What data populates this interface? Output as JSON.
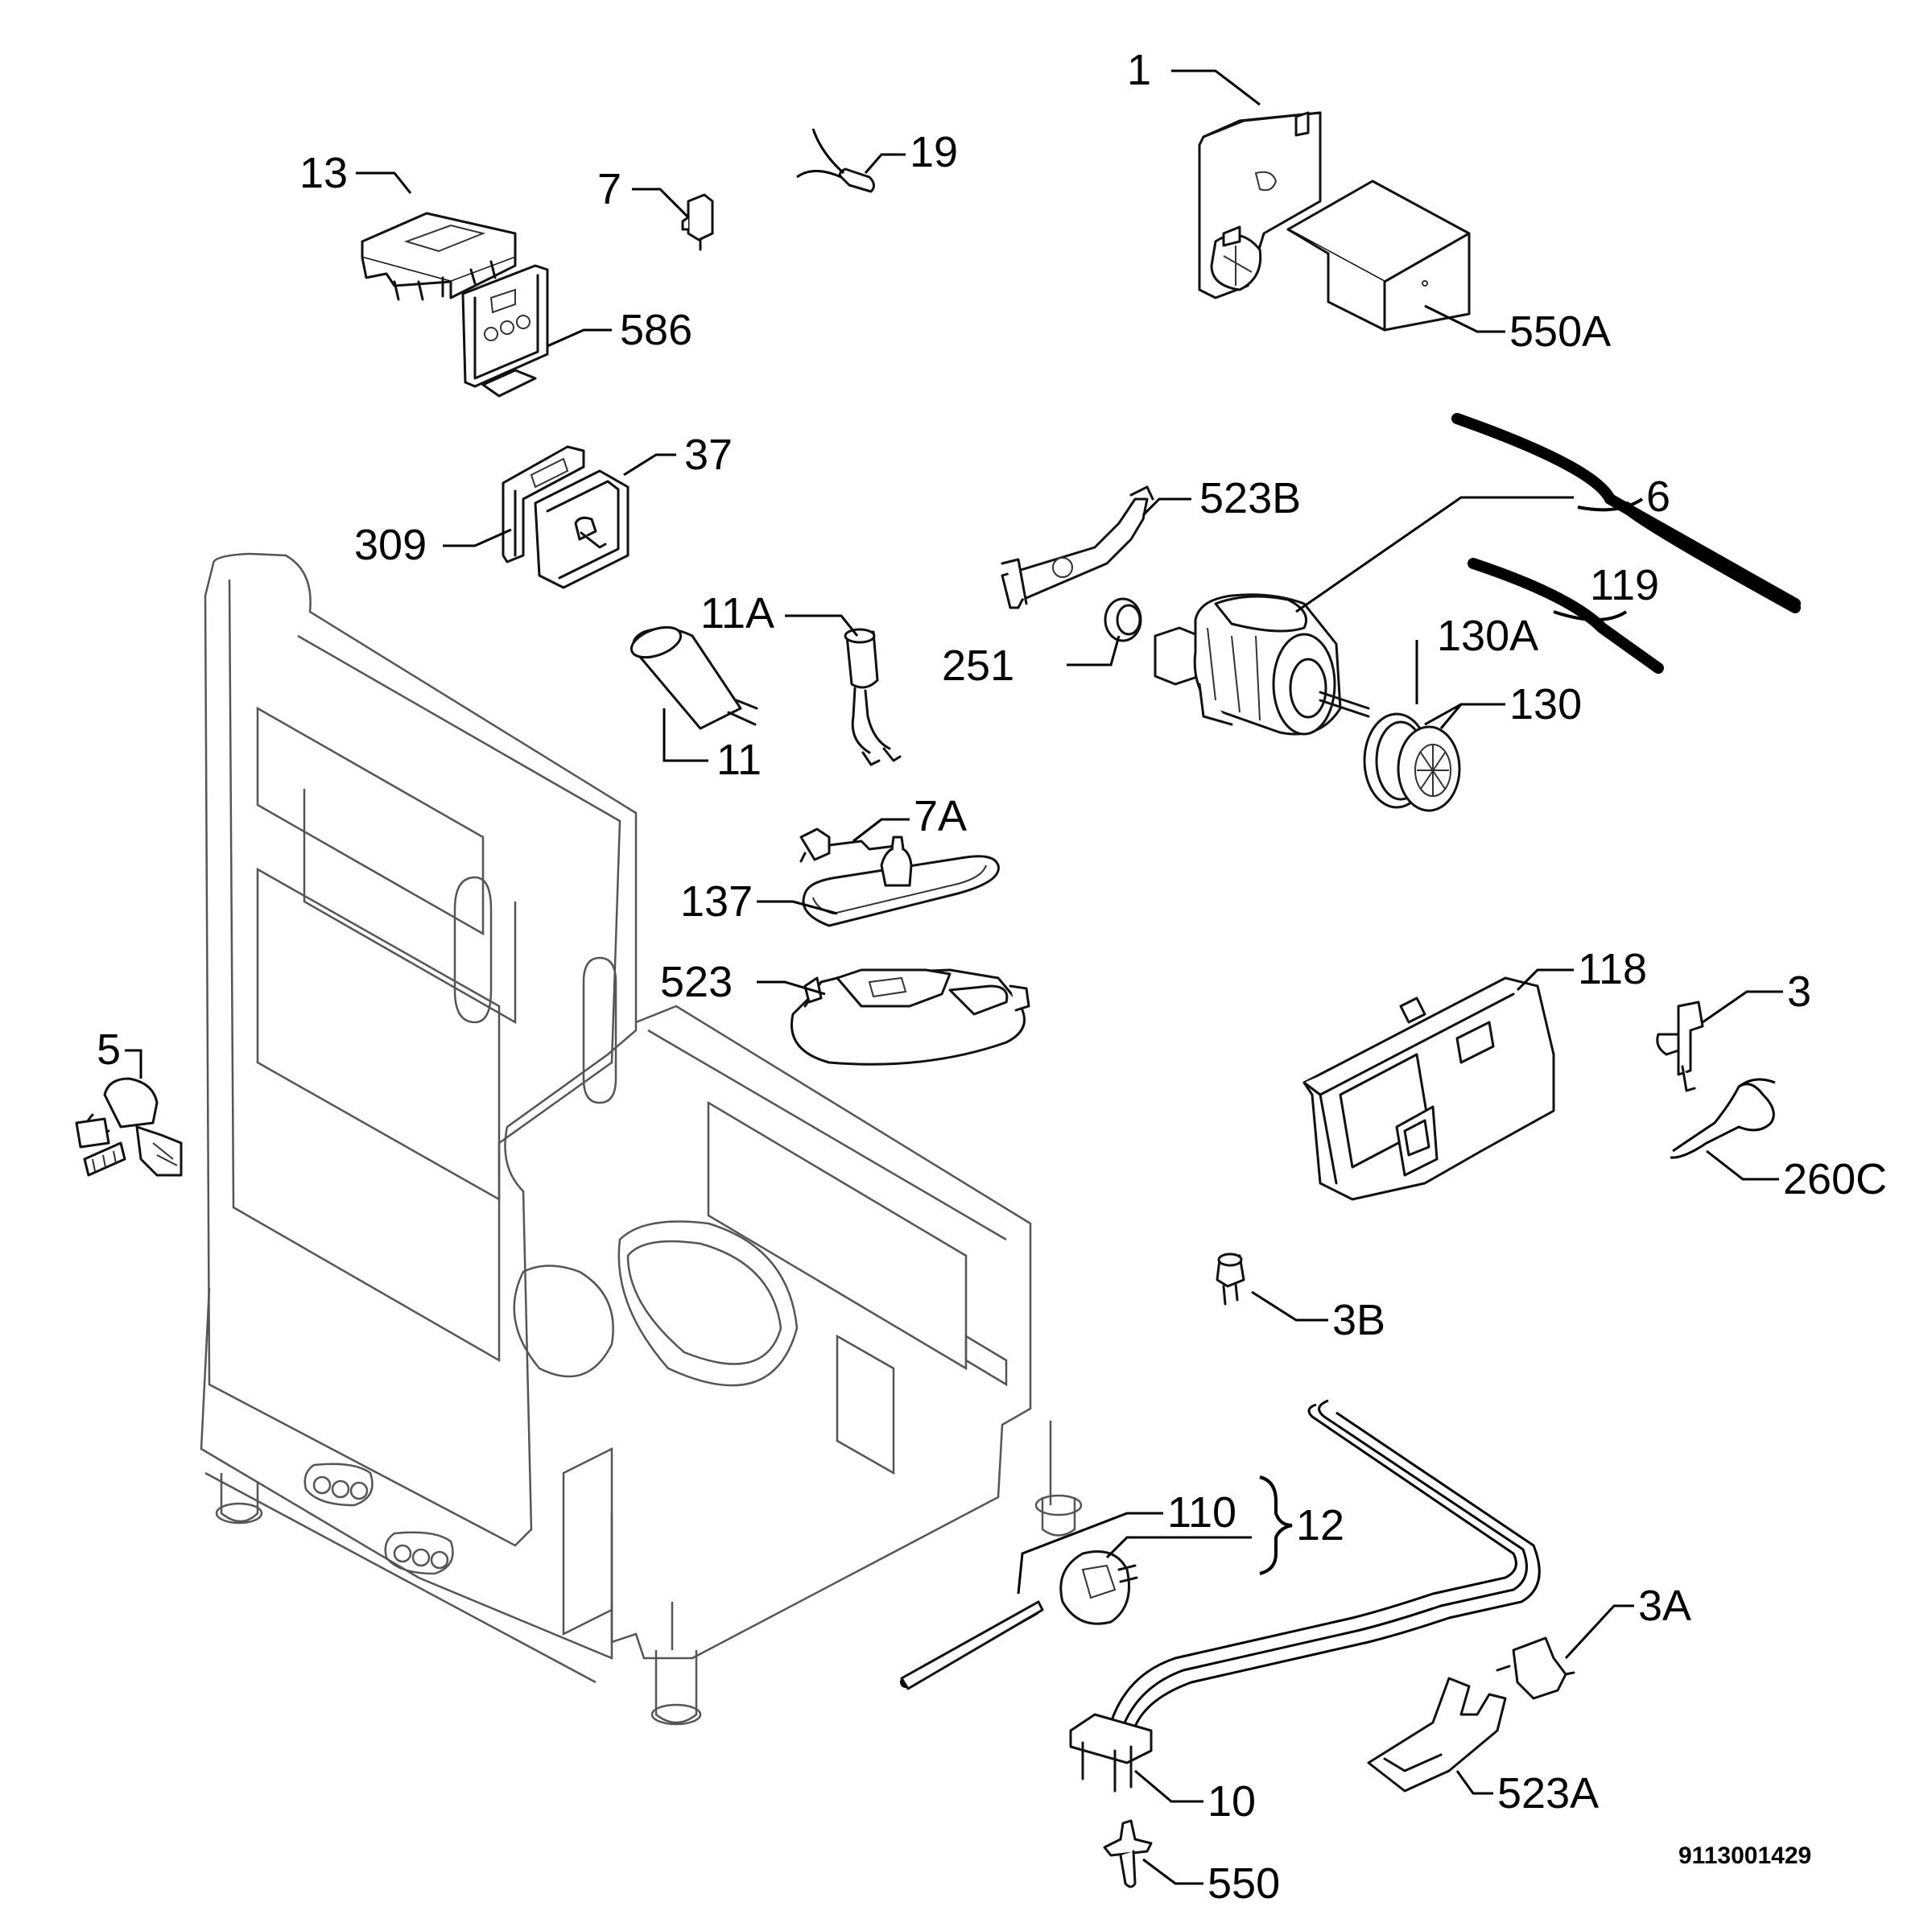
{
  "labels": {
    "l1": "1",
    "l13": "13",
    "l7": "7",
    "l19": "19",
    "l586": "586",
    "l550a": "550A",
    "l37": "37",
    "l309": "309",
    "l523b": "523B",
    "l6": "6",
    "l119": "119",
    "l11a": "11A",
    "l130a": "130A",
    "l251": "251",
    "l130": "130",
    "l11": "11",
    "l7a": "7A",
    "l137": "137",
    "l118": "118",
    "l3": "3",
    "l523": "523",
    "l5": "5",
    "l260c": "260C",
    "l3b": "3B",
    "l110": "110",
    "l12": "12",
    "l3a": "3A",
    "l10": "10",
    "l523a": "523A",
    "l550": "550"
  },
  "document_number": "9113001429"
}
